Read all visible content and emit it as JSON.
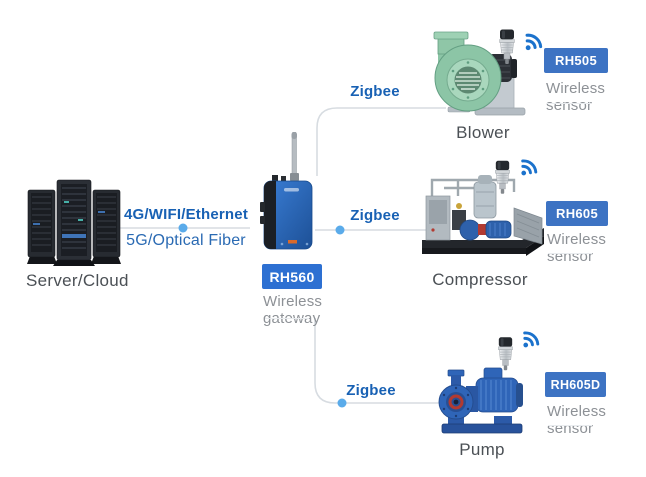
{
  "title": "Wireless sensor network architecture",
  "colors": {
    "accent_text": "#1861b4",
    "secondary_text": "#2a6ab3",
    "badge_bg": "#3d73c3",
    "gateway_badge_bg": "#2d70d2",
    "badge_text": "#ffffff",
    "muted_text": "#8d9196",
    "label_text": "#4b5055",
    "connector_line": "#d7dce1",
    "connector_dot": "#5aabea",
    "wifi_icon": "#1b72cc"
  },
  "server": {
    "label": "Server/Cloud",
    "icon": "server-racks"
  },
  "uplink": {
    "line1": "4G/WIFI/Ethernet",
    "line2": "5G/Optical Fiber"
  },
  "gateway": {
    "model": "RH560",
    "label": "Wireless gateway",
    "icon": "wireless-gateway-device"
  },
  "links": [
    {
      "label": "Zigbee",
      "to": "Blower"
    },
    {
      "label": "Zigbee",
      "to": "Compressor"
    },
    {
      "label": "Zigbee",
      "to": "Pump"
    }
  ],
  "devices": [
    {
      "name": "Blower",
      "model": "RH505",
      "sensor_label": "Wireless sensor",
      "icon": "blower-machine"
    },
    {
      "name": "Compressor",
      "model": "RH605",
      "sensor_label": "Wireless sensor",
      "icon": "compressor-machine"
    },
    {
      "name": "Pump",
      "model": "RH605D",
      "sensor_label": "Wireless sensor",
      "icon": "pump-machine"
    }
  ]
}
